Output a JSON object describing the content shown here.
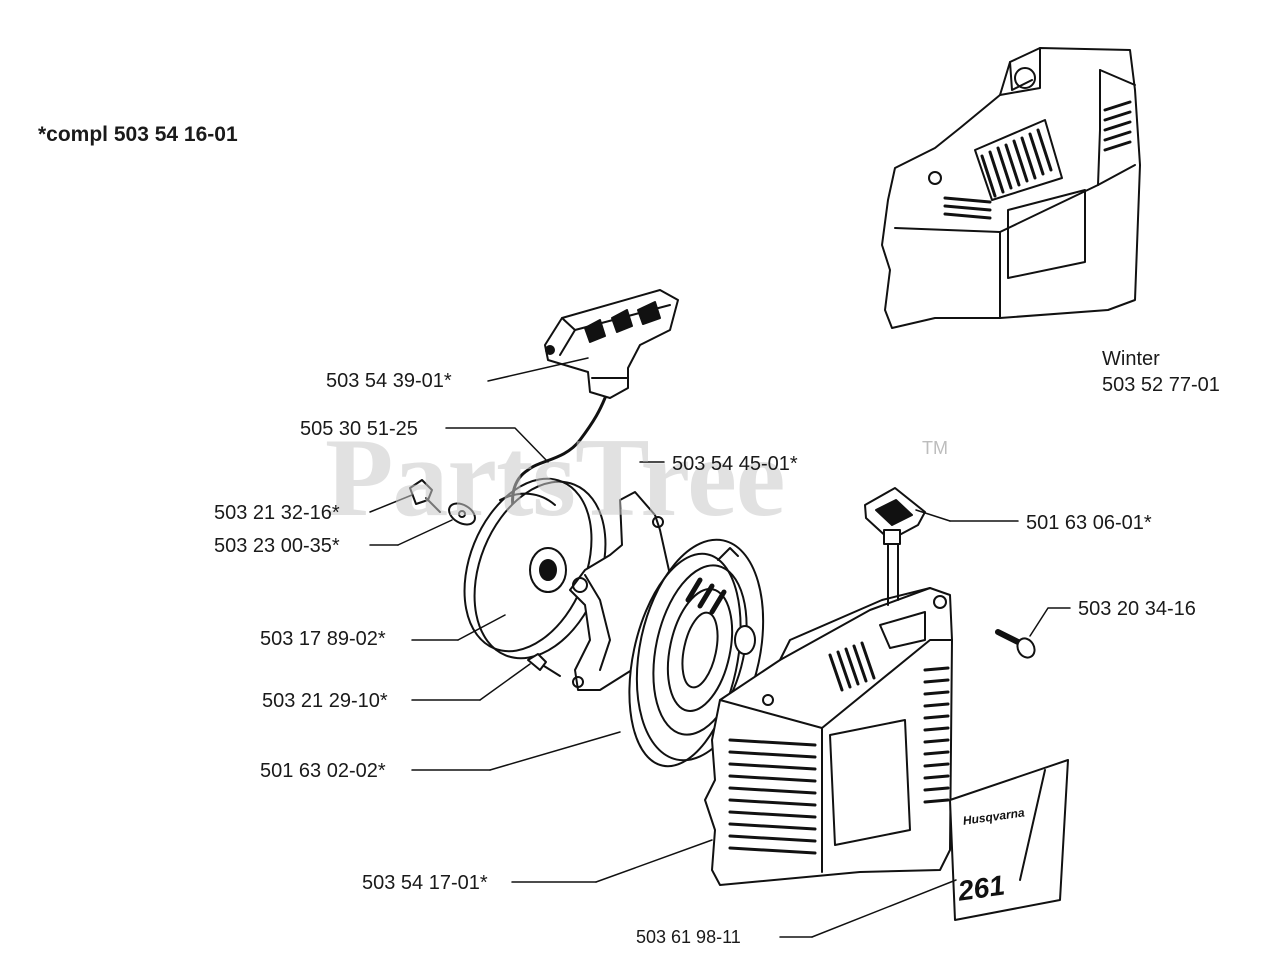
{
  "title": "*compl 503 54 16-01",
  "watermark": {
    "text": "PartsTree",
    "tm": "TM"
  },
  "winter": {
    "line1": "Winter",
    "line2": "503 52 77-01"
  },
  "decal": {
    "brand": "Husqvarna",
    "model": "261"
  },
  "parts": [
    {
      "id": "handle",
      "label": "503 54 39-01*"
    },
    {
      "id": "rope",
      "label": "505 30 51-25"
    },
    {
      "id": "pulley-label",
      "label": "503 54 45-01*"
    },
    {
      "id": "screw-1",
      "label": "503 21 32-16*"
    },
    {
      "id": "washer",
      "label": "503 23 00-35*"
    },
    {
      "id": "pulley",
      "label": "503 17 89-02*"
    },
    {
      "id": "screw-2",
      "label": "503 21 29-10*"
    },
    {
      "id": "spring",
      "label": "501 63 02-02*"
    },
    {
      "id": "cover",
      "label": "503 54 17-01*"
    },
    {
      "id": "bushing",
      "label": "501 63 06-01*"
    },
    {
      "id": "screw-3",
      "label": "503 20 34-16"
    },
    {
      "id": "decal",
      "label": "503 61 98-11"
    }
  ]
}
